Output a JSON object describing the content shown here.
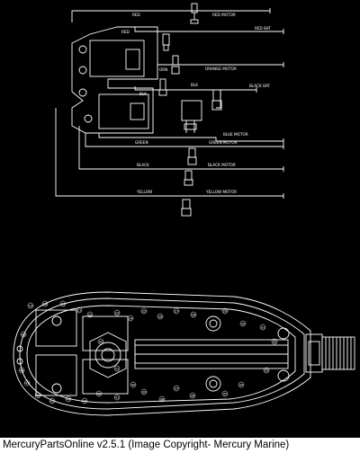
{
  "wiring_labels": {
    "red": "RED",
    "red_motor": "RED MOTOR",
    "red_bat": "RED BAT",
    "red2": "RED",
    "orn": "ORN",
    "orange_motor": "ORANGE MOTOR",
    "blk": "BLK",
    "blk2": "BLK",
    "black_bat": "BLACK BAT",
    "blue_motor": "BLUE MOTOR",
    "green": "GREEN",
    "green_motor": "GREEN MOTOR",
    "black": "BLACK",
    "black_motor": "BLACK MOTOR",
    "yellow": "YELLOW",
    "yellow_motor": "YELLOW MOTOR"
  },
  "callouts": [
    "19",
    "18",
    "20",
    "21",
    "22",
    "23",
    "24",
    "25",
    "26",
    "27",
    "28",
    "29",
    "30",
    "31",
    "32",
    "33",
    "34",
    "35",
    "36",
    "37",
    "38",
    "39",
    "40",
    "41",
    "42",
    "43",
    "44",
    "45",
    "46",
    "47",
    "48",
    "49",
    "50",
    "51"
  ],
  "footer": {
    "text": "MercuryPartsOnline v2.5.1 (Image Copyright- Mercury Marine)"
  },
  "colors": {
    "background": "#000000",
    "line": "#ffffff",
    "footer_bg": "#ffffff",
    "footer_text": "#000000"
  }
}
